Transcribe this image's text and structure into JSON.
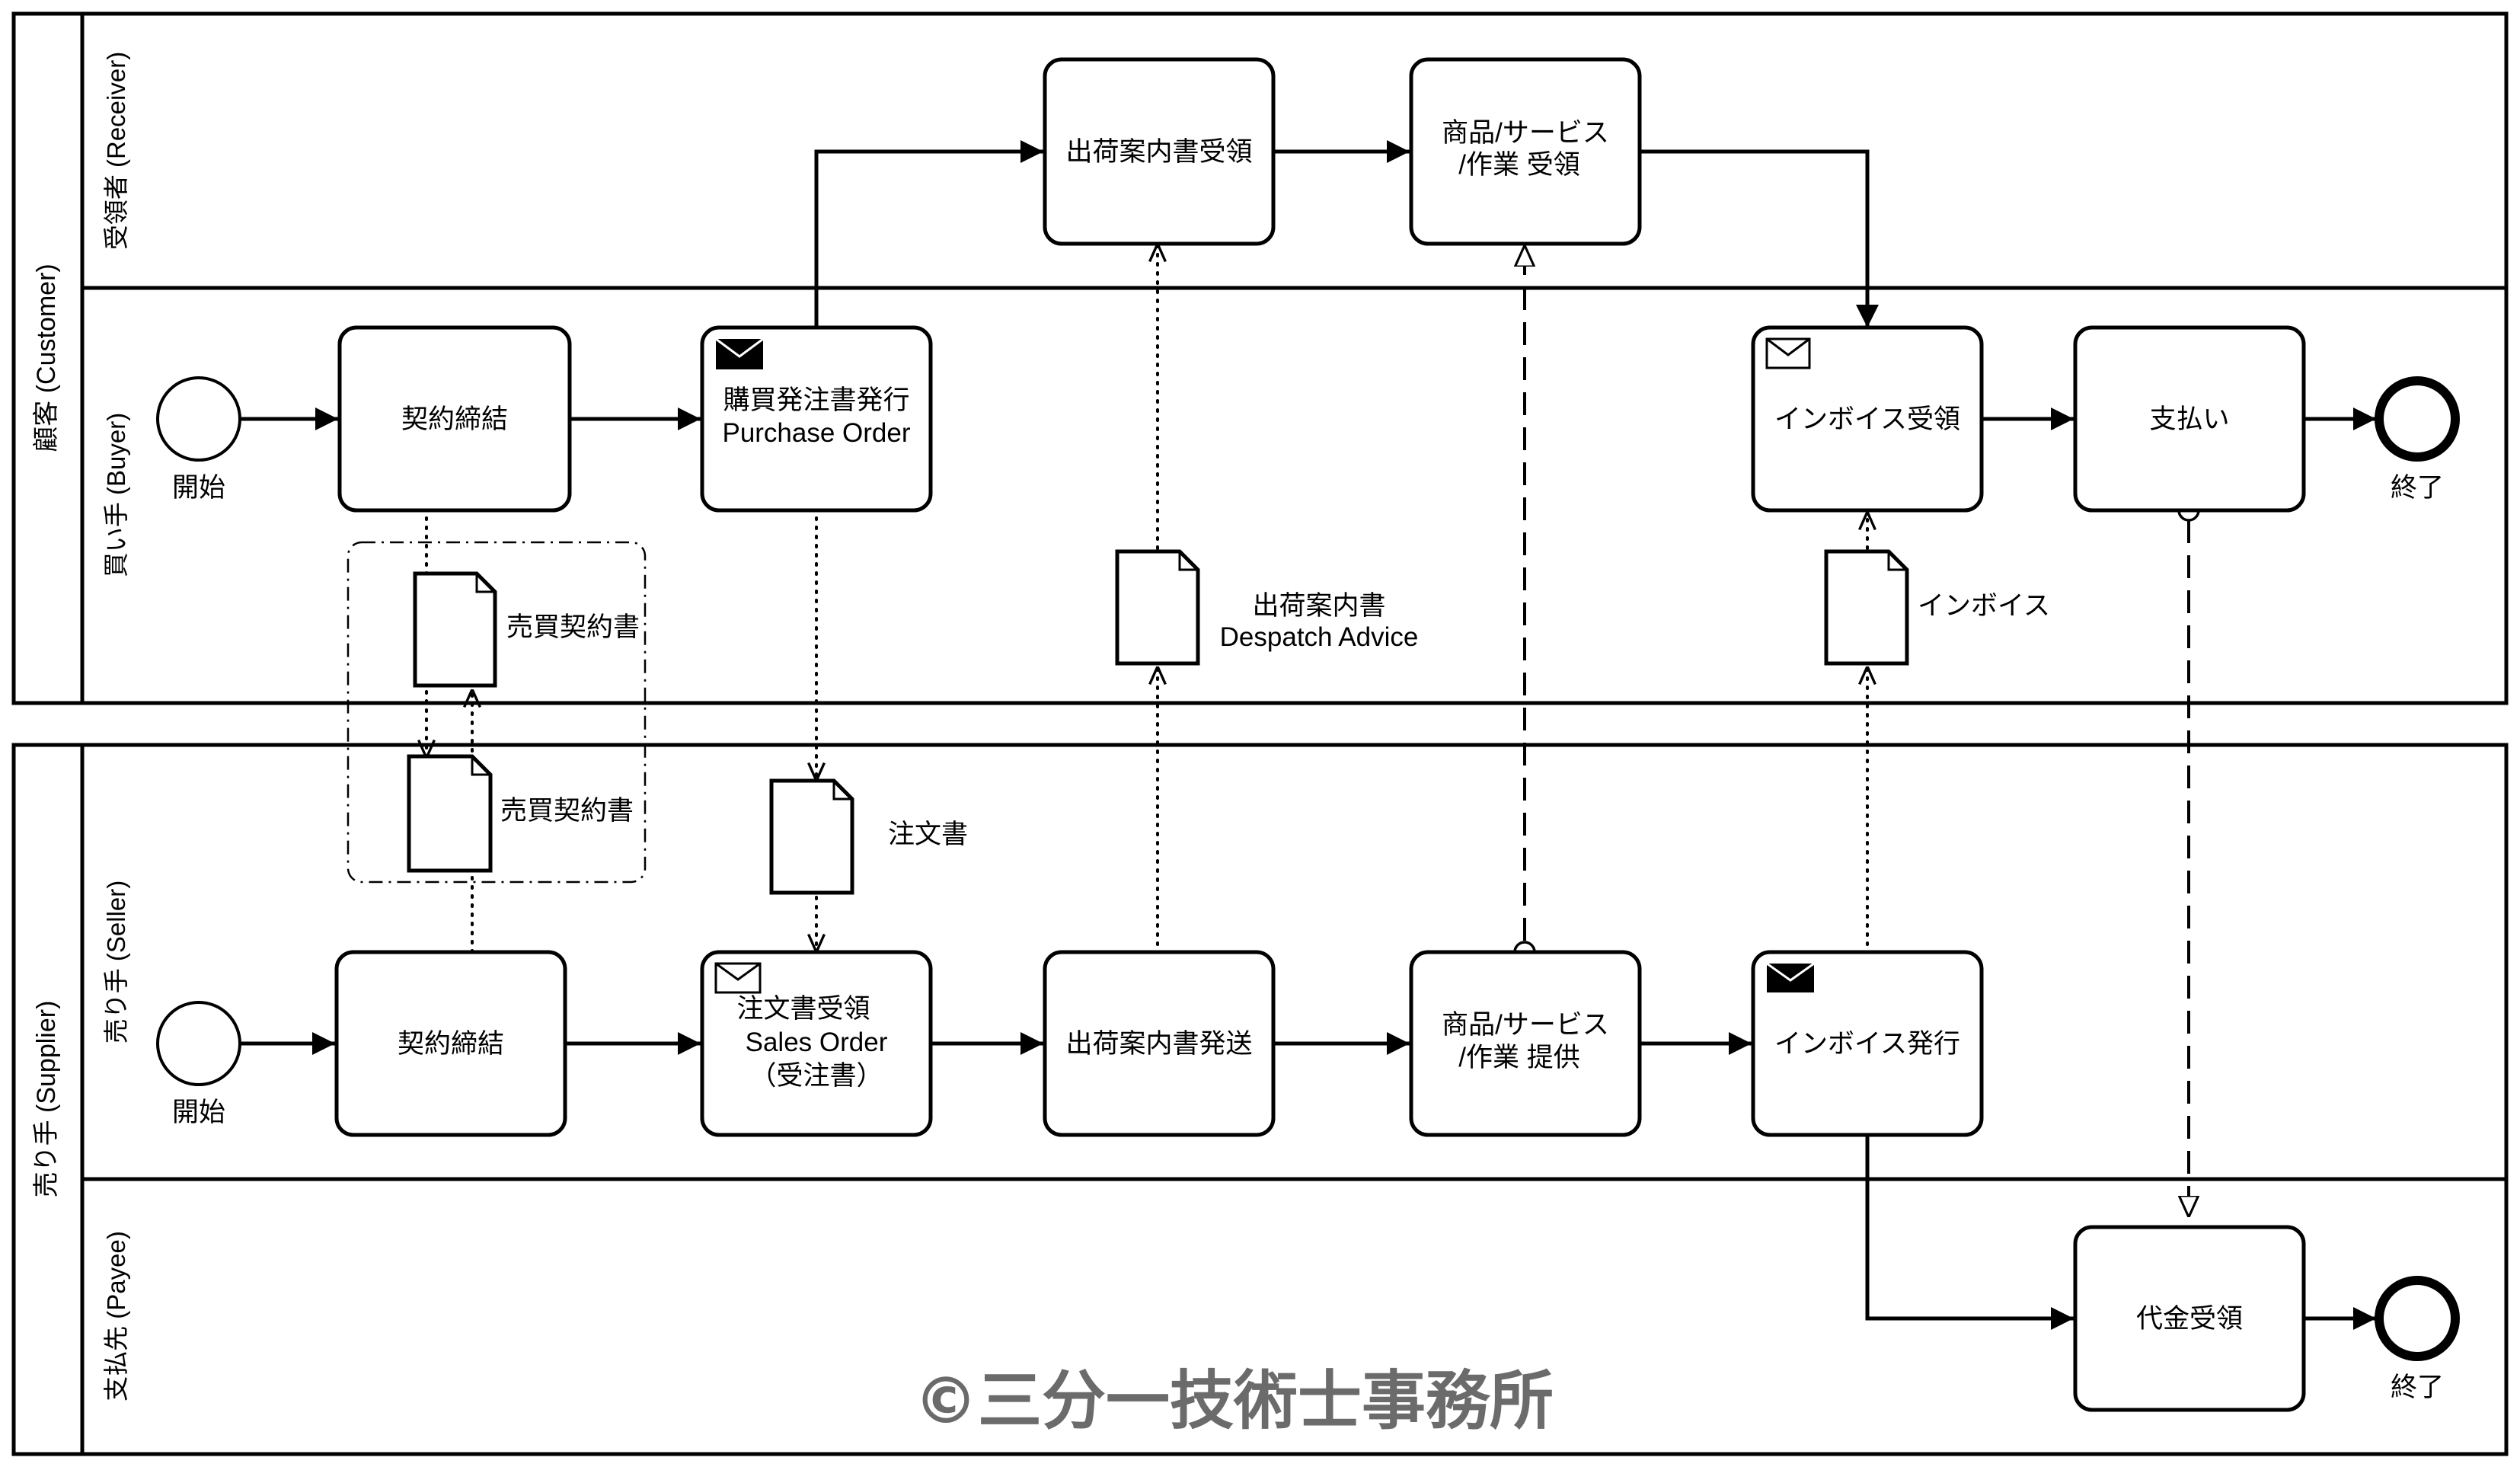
{
  "pools": {
    "customer": {
      "label": "顧客 (Customer)"
    },
    "supplier": {
      "label": "売り手 (Supplier)"
    }
  },
  "lanes": {
    "receiver": {
      "label": "受領者 (Receiver)"
    },
    "buyer": {
      "label": "買い手 (Buyer)"
    },
    "seller": {
      "label": "売り手 (Seller)"
    },
    "payee": {
      "label": "支払先 (Payee)"
    }
  },
  "events": {
    "buyer_start": "開始",
    "buyer_end": "終了",
    "seller_start": "開始",
    "payee_end": "終了"
  },
  "tasks": {
    "despatch_receive": "出荷案内書受領",
    "goods_receive": [
      "商品/サービス",
      "/作業 受領"
    ],
    "buyer_contract": "契約締結",
    "purchase_order": [
      "購買発注書発行",
      "Purchase Order"
    ],
    "invoice_receive": "インボイス受領",
    "payment": "支払い",
    "seller_contract": "契約締結",
    "sales_order": [
      "注文書受領",
      "Sales Order",
      "（受注書）"
    ],
    "despatch_send": "出荷案内書発送",
    "goods_provide": [
      "商品/サービス",
      "/作業 提供"
    ],
    "invoice_issue": "インボイス発行",
    "payment_receive": "代金受領"
  },
  "documents": {
    "contract_buyer": "売買契約書",
    "contract_seller": "売買契約書",
    "order": "注文書",
    "despatch_advice": [
      "出荷案内書",
      "Despatch Advice"
    ],
    "invoice": "インボイス"
  },
  "icons": {
    "message_filled": "envelope-filled-icon",
    "message_outline": "envelope-outline-icon",
    "document": "document-icon"
  },
  "watermark": "©三分一技術士事務所"
}
